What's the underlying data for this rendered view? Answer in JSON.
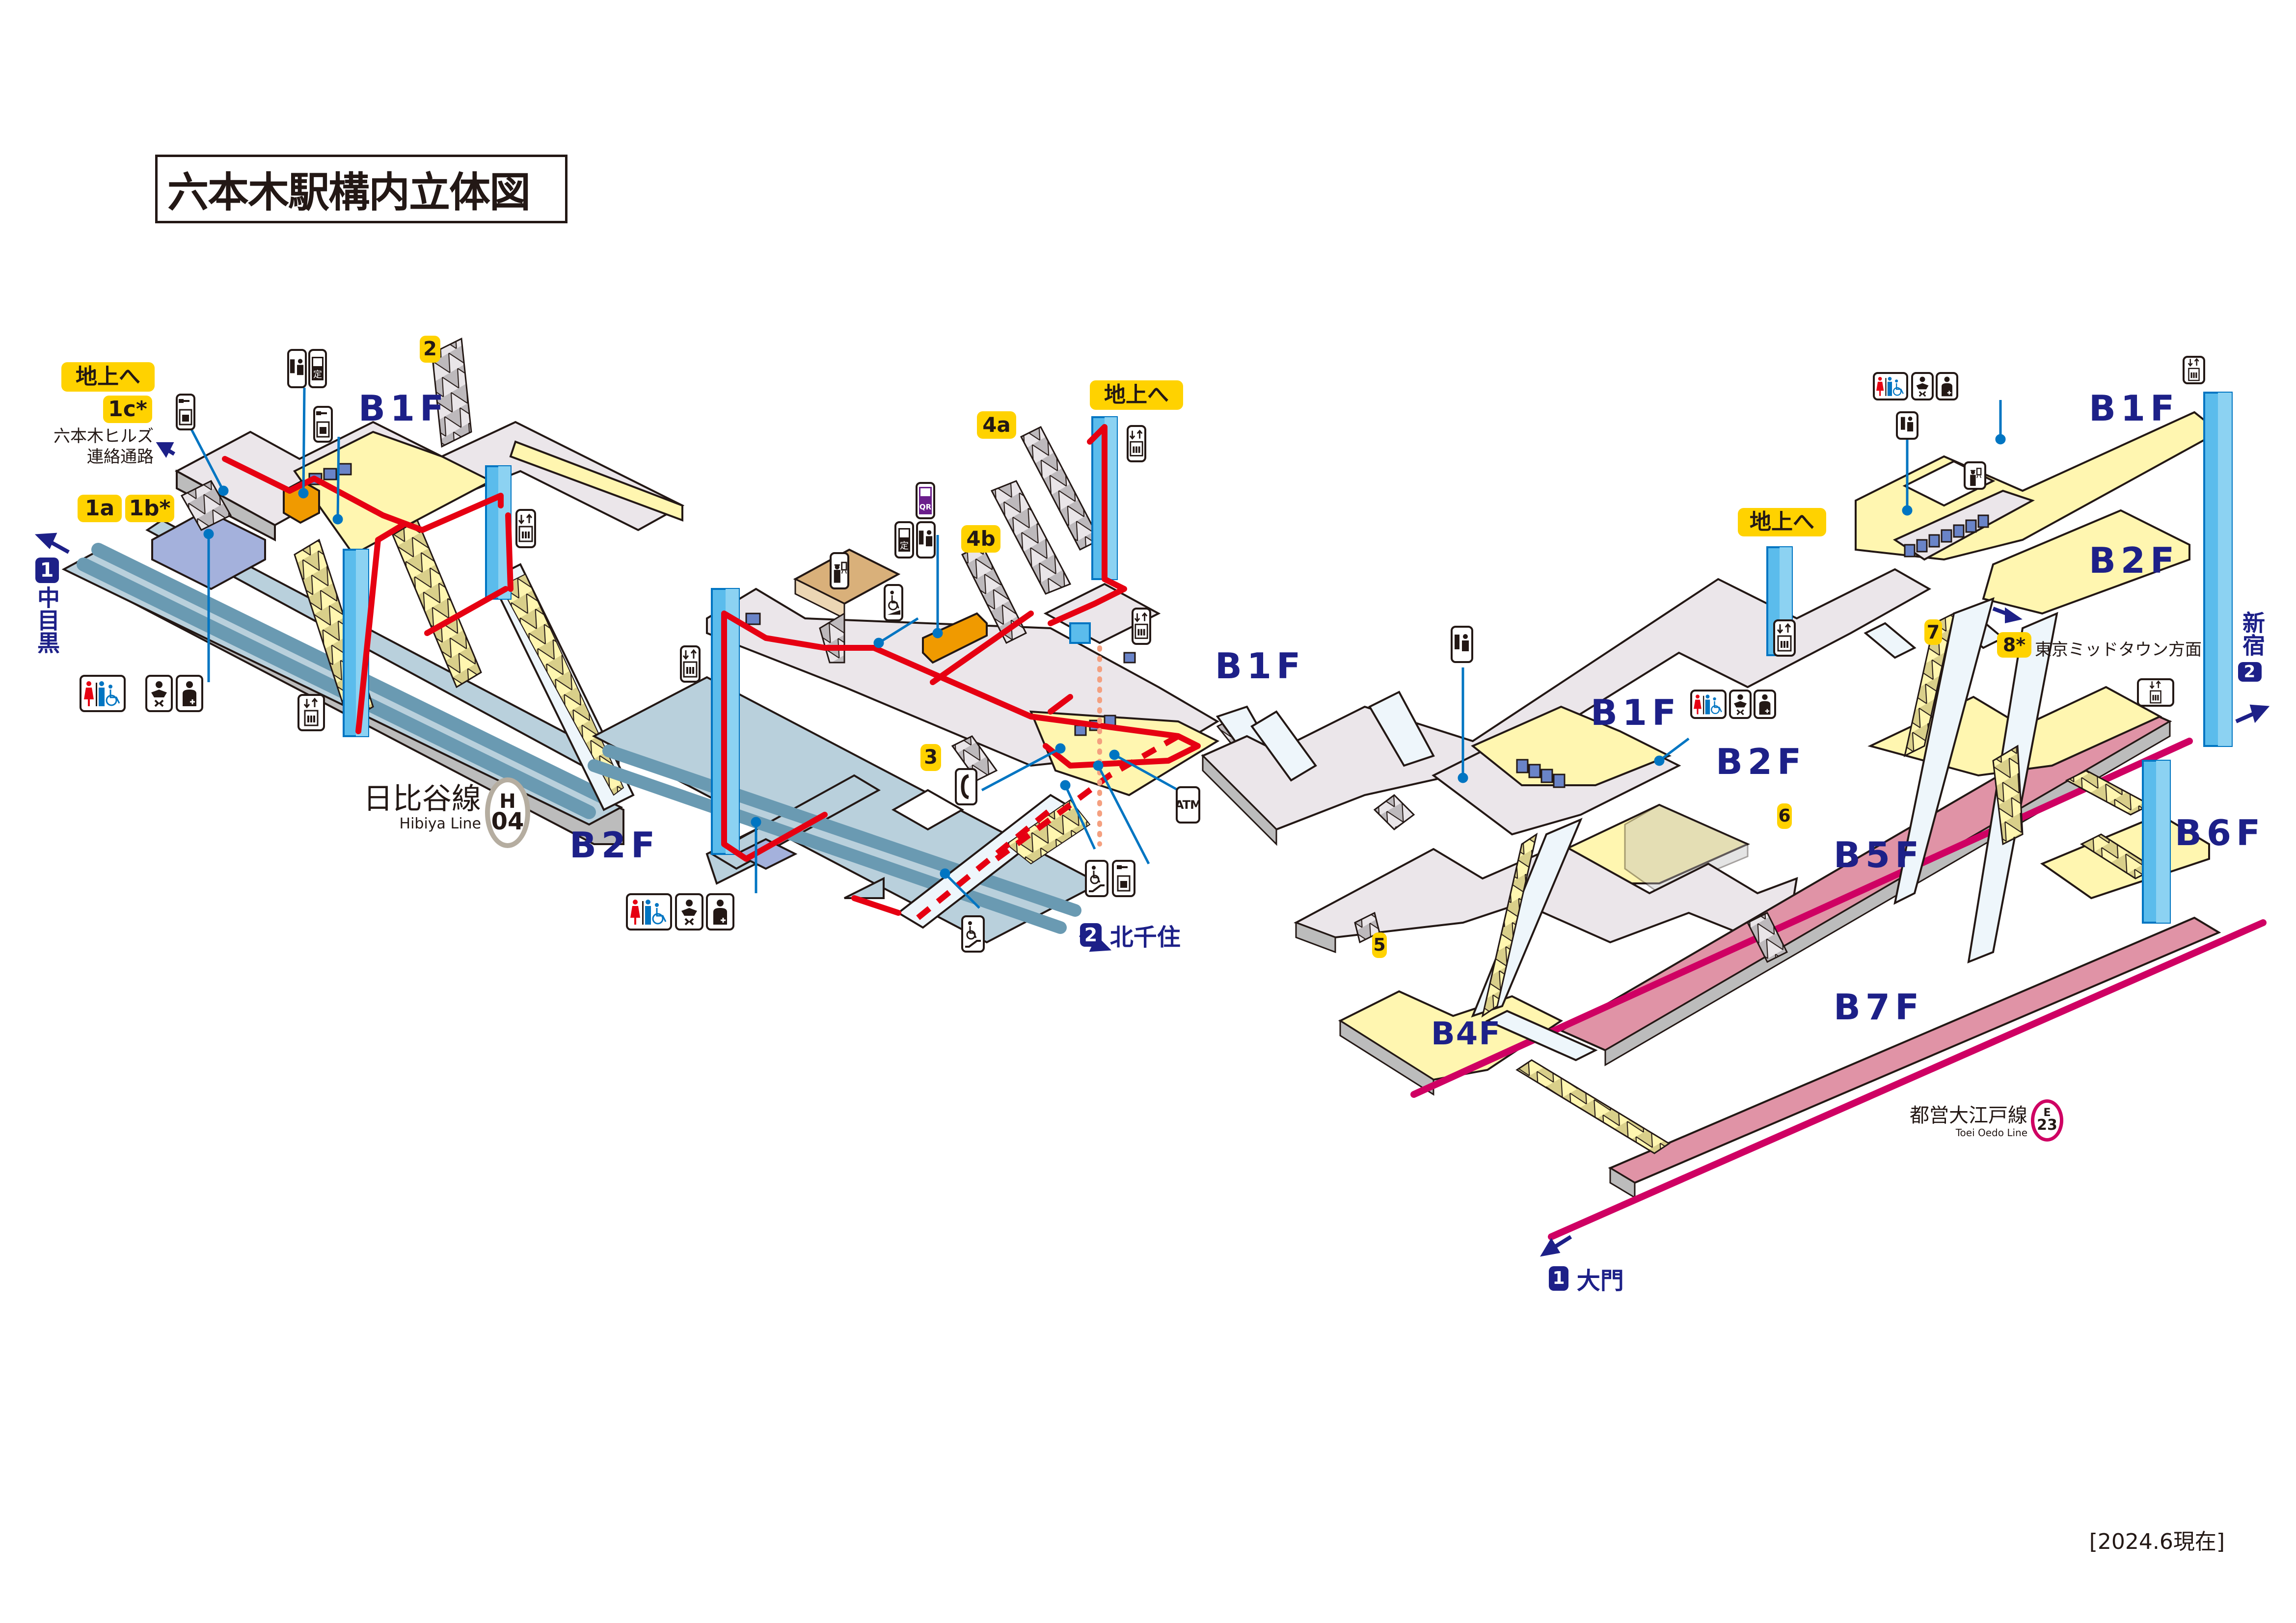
{
  "title": "六本木駅構内立体図",
  "date_note": "[2024.6現在]",
  "colors": {
    "floor_navy": "#1d2088",
    "exit_yellow": "#ffd200",
    "route_red": "#e60012",
    "hibiya_gray": "#b5ada0",
    "oedo_magenta": "#cf0063",
    "elevator_blue": "#5bbcec",
    "platform_hibiya": "#b9d0dc",
    "platform_oedo": "#e093a6",
    "concourse_gray": "#ebe6ea",
    "concourse_yellow": "#fff6b0",
    "text_black": "#231815"
  },
  "lines": {
    "hibiya": {
      "name_ja": "日比谷線",
      "name_en": "Hibiya Line",
      "code_letter": "H",
      "code_number": "04"
    },
    "oedo": {
      "name_ja": "都営大江戸線",
      "name_en": "Toei Oedo Line",
      "code_letter": "E",
      "code_number": "23"
    }
  },
  "directions": {
    "hibiya_1": {
      "num": "1",
      "dest": "中目黒"
    },
    "hibiya_2": {
      "num": "2",
      "dest": "北千住"
    },
    "oedo_1": {
      "num": "1",
      "dest": "大門"
    },
    "oedo_2": {
      "num": "2",
      "dest": "新宿"
    }
  },
  "floor_labels": {
    "hibiya_west_b1f": "B1F",
    "hibiya_west_b2f": "B2F",
    "hibiya_east_b1f": "B1F",
    "oedo_mid_b1f": "B1F",
    "oedo_mid_b2f": "B2F",
    "oedo_east_b1f": "B1F",
    "oedo_east_b2f": "B2F",
    "oedo_b4f": "B4F",
    "oedo_b5f": "B5F",
    "oedo_b6f": "B6F",
    "oedo_b7f": "B7F"
  },
  "exits": {
    "to_ground_west": "地上へ",
    "to_ground_center": "地上へ",
    "to_ground_east": "地上へ",
    "e1a": "1a",
    "e1b": "1b*",
    "e1c": "1c*",
    "e2": "2",
    "e3": "3",
    "e4a": "4a",
    "e4b": "4b",
    "e5": "5",
    "e6": "6",
    "e7": "7",
    "e8": "8*"
  },
  "annotations": {
    "hills_passage_line1": "六本木ヒルズ",
    "hills_passage_line2": "連絡通路",
    "midtown_direction": "東京ミッドタウン方面"
  },
  "icons": {
    "ticket_office": "ticket-office-icon",
    "commuter_pass": "commuter-pass-icon",
    "coin_locker": "coin-locker-icon",
    "elevator": "elevator-icon",
    "restroom": "restroom-icon",
    "baby_changing": "baby-changing-icon",
    "first_aid": "first-aid-room-icon",
    "station_office": "station-office-icon",
    "wheelchair_ramp": "wheelchair-ramp-icon",
    "wheelchair_escalator": "wheelchair-escalator-icon",
    "qr_ticket": "qr-ticket-icon",
    "telephone": "telephone-icon",
    "atm": "atm-icon",
    "atm_label": "ATM",
    "qr_label": "QR",
    "pass_label": "定"
  }
}
